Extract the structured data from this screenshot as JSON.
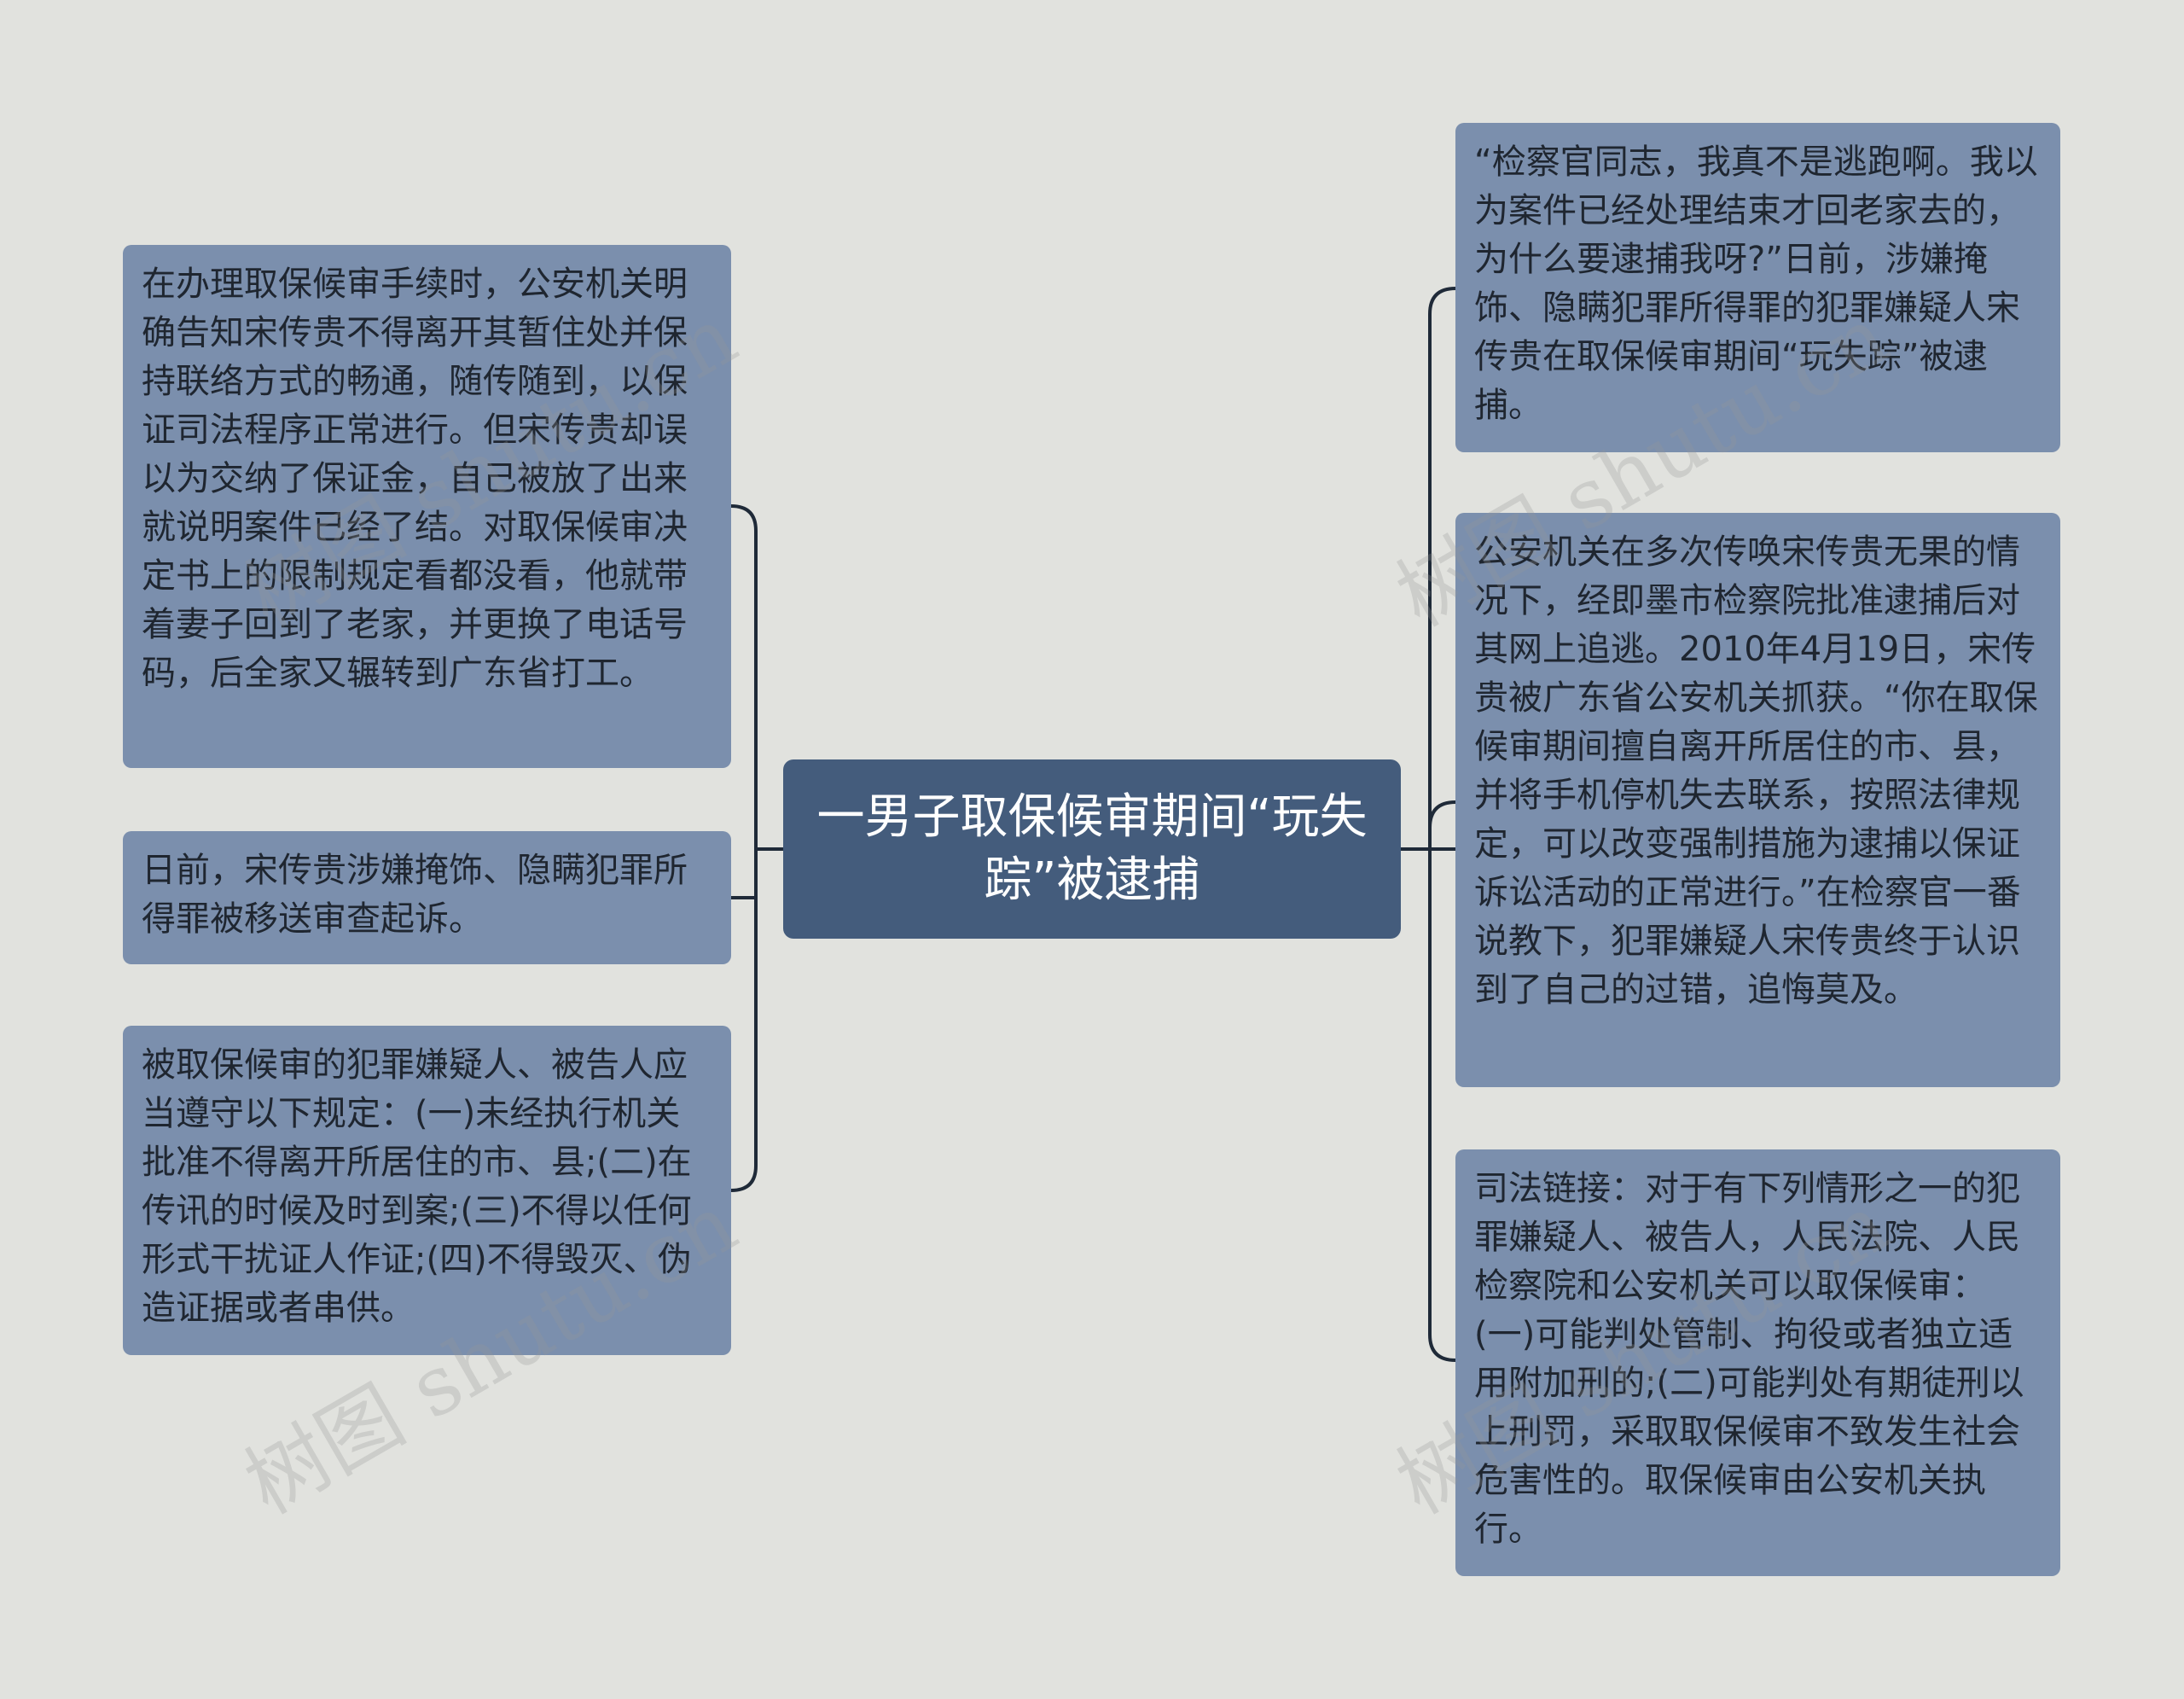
{
  "diagram": {
    "center": {
      "title": "一男子取保候审期间“玩失踪”被逮捕"
    },
    "left_nodes": [
      {
        "text": "在办理取保候审手续时，公安机关明确告知宋传贵不得离开其暂住处并保持联络方式的畅通，随传随到，以保证司法程序正常进行。但宋传贵却误以为交纳了保证金，自己被放了出来就说明案件已经了结。对取保候审决定书上的限制规定看都没看，他就带着妻子回到了老家，并更换了电话号码，后全家又辗转到广东省打工。"
      },
      {
        "text": "日前，宋传贵涉嫌掩饰、隐瞒犯罪所得罪被移送审查起诉。"
      },
      {
        "text": "被取保候审的犯罪嫌疑人、被告人应当遵守以下规定：(一)未经执行机关批准不得离开所居住的市、县;(二)在传讯的时候及时到案;(三)不得以任何形式干扰证人作证;(四)不得毁灭、伪造证据或者串供。"
      }
    ],
    "right_nodes": [
      {
        "text": "“检察官同志，我真不是逃跑啊。我以为案件已经处理结束才回老家去的，为什么要逮捕我呀?”日前，涉嫌掩饰、隐瞒犯罪所得罪的犯罪嫌疑人宋传贵在取保候审期间“玩失踪”被逮捕。"
      },
      {
        "text": "公安机关在多次传唤宋传贵无果的情况下，经即墨市检察院批准逮捕后对其网上追逃。2010年4月19日，宋传贵被广东省公安机关抓获。“你在取保候审期间擅自离开所居住的市、县，并将手机停机失去联系，按照法律规定，可以改变强制措施为逮捕以保证诉讼活动的正常进行。”在检察官一番说教下，犯罪嫌疑人宋传贵终于认识到了自己的过错，追悔莫及。"
      },
      {
        "text": "司法链接：对于有下列情形之一的犯罪嫌疑人、被告人，人民法院、人民检察院和公安机关可以取保候审：(一)可能判处管制、拘役或者独立适用附加刑的;(二)可能判处有期徒刑以上刑罚，采取取保候审不致发生社会危害性的。取保候审由公安机关执行。"
      }
    ],
    "watermark": "树图 shutu.cn"
  },
  "colors": {
    "background": "#e1e2de",
    "node_fill": "#7b8fad",
    "center_fill": "#445c7c",
    "connector": "#1f2a38"
  }
}
